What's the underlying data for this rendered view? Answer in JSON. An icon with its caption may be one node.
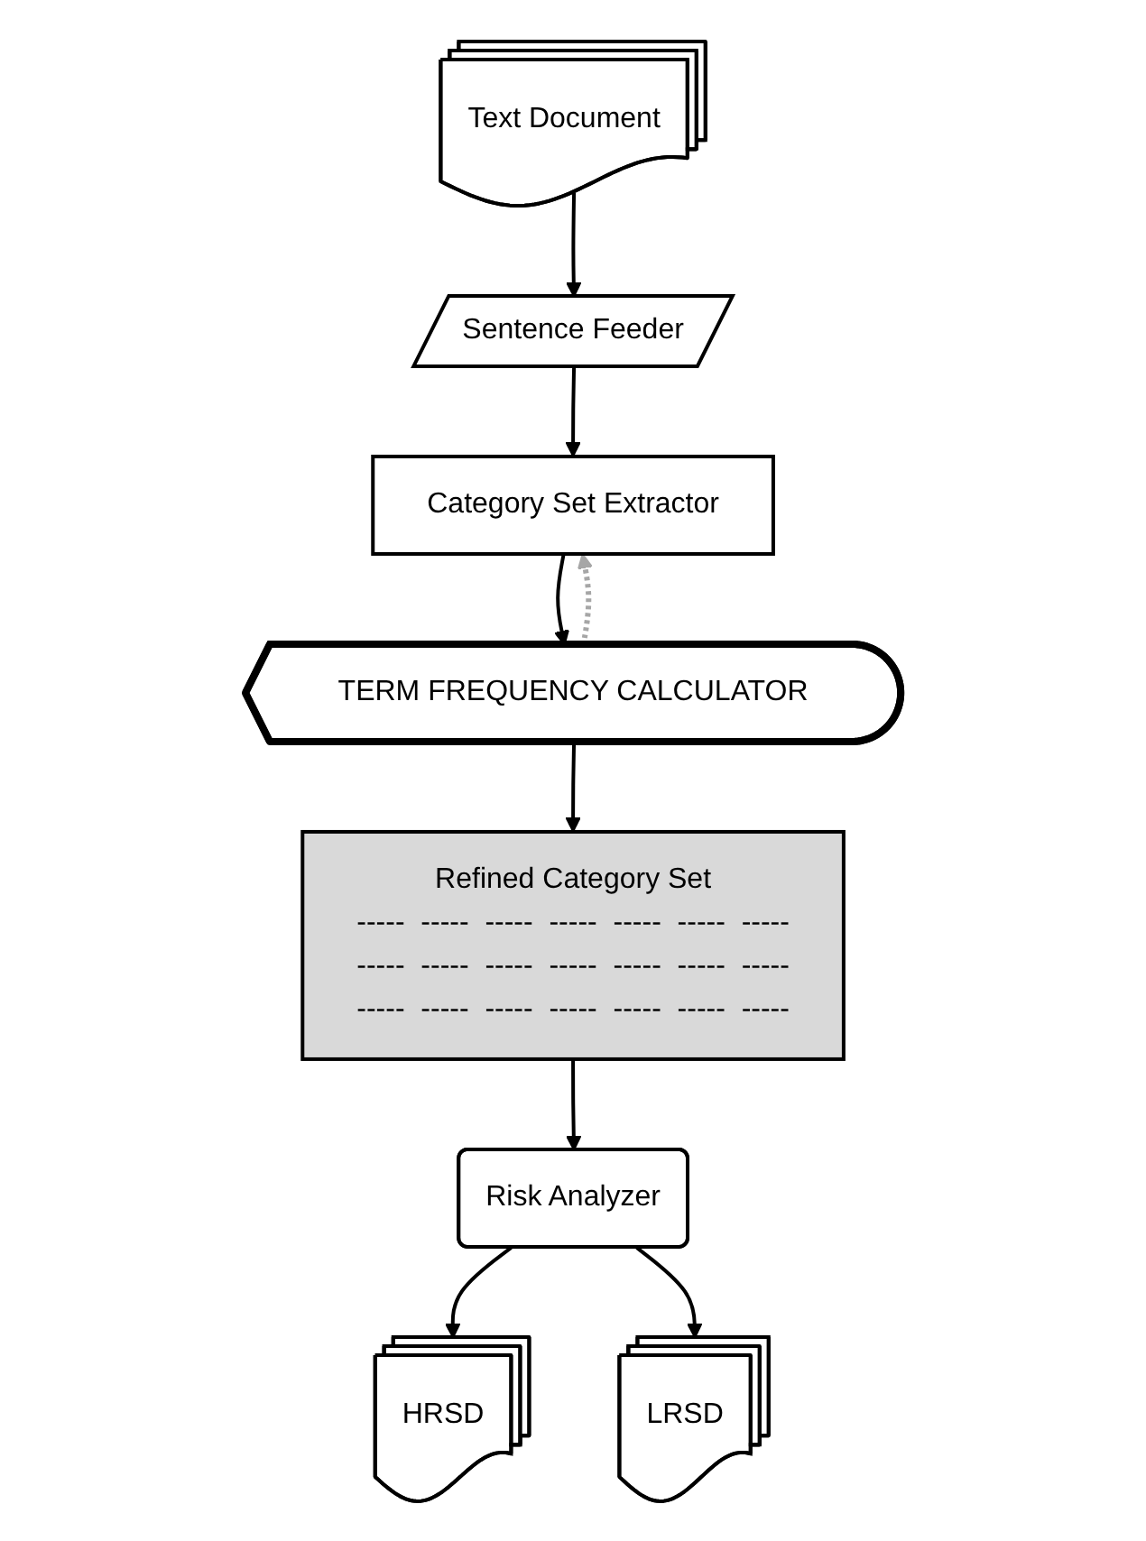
{
  "diagram": {
    "nodes": [
      {
        "text": [
          "Text Document"
        ]
      },
      {
        "text": [
          "Sentence Feeder"
        ]
      },
      {
        "text": [
          "Category Set Extractor"
        ]
      },
      {
        "text": [
          "TERM FREQUENCY CALCULATOR"
        ]
      },
      {
        "text": [
          "Refined Category Set",
          "-----",
          "-----",
          "-----",
          "-----",
          "-----",
          "-----",
          "-----",
          "-----",
          "-----",
          "-----",
          "-----",
          "-----",
          "-----",
          "-----",
          "-----",
          "-----",
          "-----",
          "-----",
          "-----",
          "-----",
          "-----"
        ]
      },
      {
        "text": [
          "Risk Analyzer"
        ]
      },
      {
        "text": [
          "HRSD"
        ]
      },
      {
        "text": [
          "LRSD"
        ]
      }
    ],
    "edges": [
      {
        "from": 0,
        "to": 1,
        "arrow": "to"
      },
      {
        "from": 1,
        "to": 2,
        "arrow": "to"
      },
      {
        "from": 2,
        "to": 3,
        "arrow": "to"
      },
      {
        "from": 3,
        "to": 2,
        "arrow": "to",
        "style": "dashed",
        "color": "#a6a6a6"
      },
      {
        "from": 3,
        "to": 4,
        "arrow": "to"
      },
      {
        "from": 4,
        "to": 5,
        "arrow": "to"
      },
      {
        "from": 5,
        "to": 6,
        "arrow": "to"
      },
      {
        "from": 5,
        "to": 7,
        "arrow": "to"
      }
    ]
  }
}
